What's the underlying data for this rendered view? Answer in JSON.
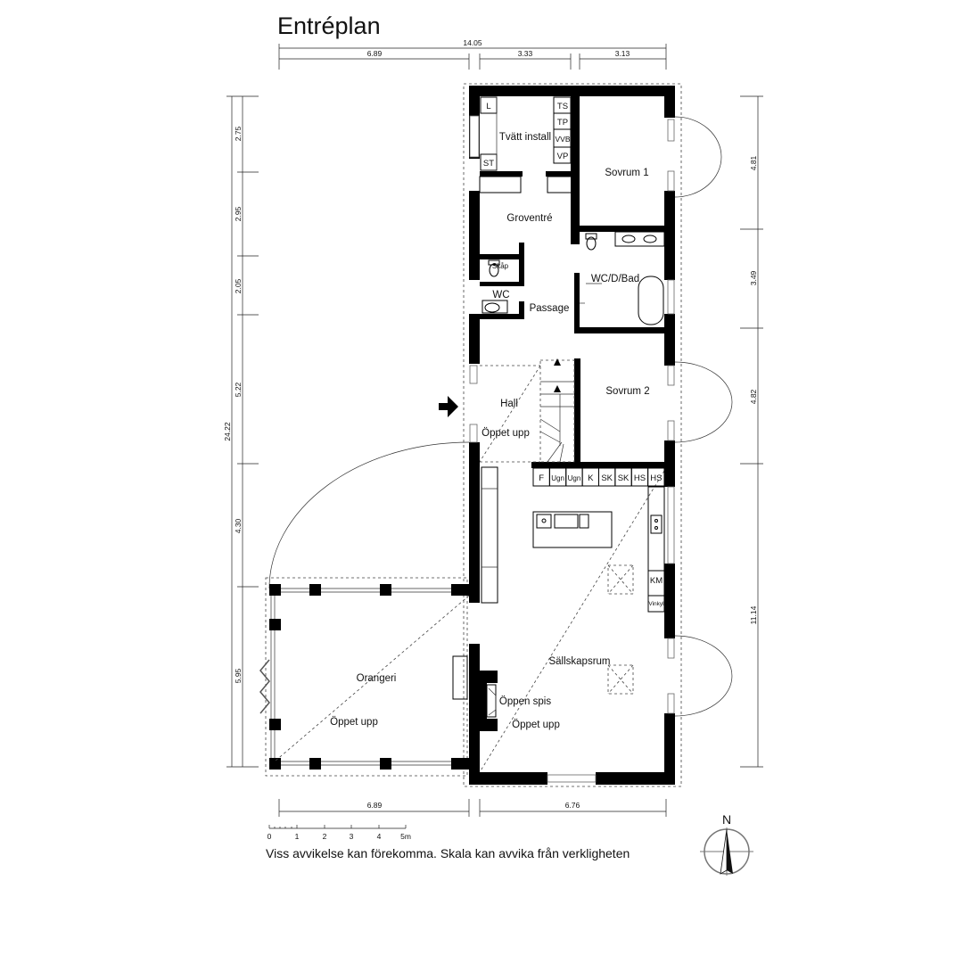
{
  "title": "Entréplan",
  "disclaimer": "Viss avvikelse kan förekomma. Skala kan avvika från verkligheten",
  "north": "N",
  "scale": {
    "labels": [
      "0",
      "1",
      "2",
      "3",
      "4",
      "5m"
    ]
  },
  "dimensions": {
    "top_total": "14.05",
    "top_left": "6.89",
    "top_mid": "3.33",
    "top_right": "3.13",
    "bottom_left": "6.89",
    "bottom_right": "6.76",
    "left_total": "24.22",
    "left": [
      "2.75",
      "2.95",
      "2.05",
      "5.22",
      "4.30",
      "5.95"
    ],
    "right": [
      "4.81",
      "3.49",
      "4.82",
      "11.14"
    ]
  },
  "rooms": {
    "laundry": "Tvätt install",
    "bedroom1": "Sovrum 1",
    "entry": "Groventré",
    "bathroom": "WC/D/Bad",
    "closet": "Skåp",
    "wc": "WC",
    "passage": "Passage",
    "hall": "Hall",
    "hall_open": "Öppet upp",
    "bedroom2": "Sovrum 2",
    "orangery": "Orangeri",
    "orangery_open": "Öppet upp",
    "living": "Sällskapsrum",
    "fireplace": "Öppen spis",
    "living_open": "Öppet upp"
  },
  "laundry_boxes": {
    "l": "L",
    "st": "ST",
    "ts": "TS",
    "tp": "TP",
    "vvb": "VVB",
    "vp": "VP"
  },
  "kitchen_units": [
    "F",
    "Ugn",
    "Ugn",
    "K",
    "SK",
    "SK",
    "HS",
    "HS"
  ],
  "kitchen_side": {
    "km": "KM",
    "vinkyl": "Vinkyl"
  }
}
